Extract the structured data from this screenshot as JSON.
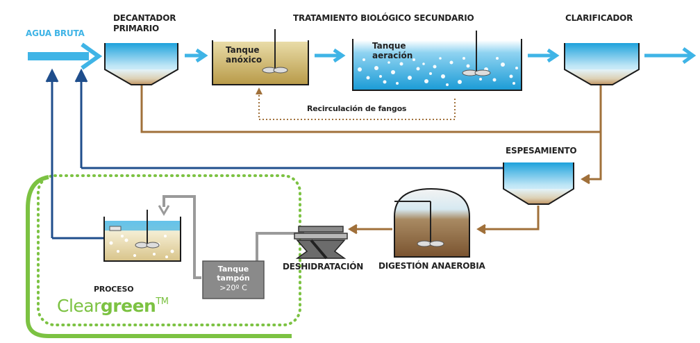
{
  "labels": {
    "raw_water": "AGUA BRUTA",
    "primary_settler_line1": "DECANTADOR",
    "primary_settler_line2": "PRIMARIO",
    "secondary_treatment": "TRATAMIENTO BIOLÓGICO SECUNDARIO",
    "clarifier": "CLARIFICADOR",
    "anoxic_tank_line1": "Tanque",
    "anoxic_tank_line2": "anóxico",
    "aeration_tank_line1": "Tanque",
    "aeration_tank_line2": "aeración",
    "sludge_recirculation": "Recirculación de fangos",
    "thickening": "ESPESAMIENTO",
    "anaerobic_digestion": "DIGESTIÓN ANAEROBIA",
    "dewatering": "DESHIDRATACIÓN",
    "buffer_tank_line1": "Tanque",
    "buffer_tank_line2": "tampón",
    "buffer_tank_line3": ">20º C",
    "process": "PROCESO",
    "brand_light": "Clear",
    "brand_bold": "green",
    "brand_tm": "TM"
  },
  "colors": {
    "water_arrow": "#3fb4e6",
    "sludge_line": "#a0703a",
    "return_line": "#1f4e8c",
    "grey_pipe": "#9a9a9a",
    "process_border": "#7cc242",
    "anoxic_fill": "#c9b46a",
    "aeration_fill": "#2aa9dc",
    "buffer_tank": "#8a8a8a"
  }
}
